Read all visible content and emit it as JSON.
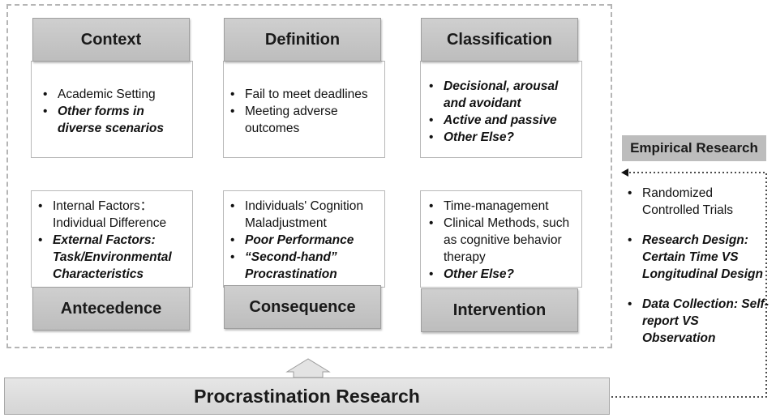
{
  "title": "Procrastination Research",
  "top_row": [
    {
      "header": "Context",
      "items": [
        {
          "text": "Academic Setting",
          "em": false
        },
        {
          "text": "Other forms in diverse scenarios",
          "em": true
        }
      ]
    },
    {
      "header": "Definition",
      "items": [
        {
          "text": "Fail to meet deadlines",
          "em": false
        },
        {
          "text": "Meeting adverse outcomes",
          "em": false
        }
      ]
    },
    {
      "header": "Classification",
      "items": [
        {
          "text": "Decisional, arousal and avoidant",
          "em": true
        },
        {
          "text": "Active and passive",
          "em": true
        },
        {
          "text": "Other Else?",
          "em": true
        }
      ]
    }
  ],
  "bottom_row": [
    {
      "header": "Antecedence",
      "items": [
        {
          "text": "Internal Factors：Individual Difference",
          "em": false
        },
        {
          "text": "External Factors: Task/Environmental Characteristics",
          "em": true
        }
      ]
    },
    {
      "header": "Consequence",
      "items": [
        {
          "text": "Individuals' Cognition Maladjustment",
          "em": false
        },
        {
          "text": "Poor Performance",
          "em": true
        },
        {
          "text": "“Second-hand” Procrastination",
          "em": true
        }
      ]
    },
    {
      "header": "Intervention",
      "items": [
        {
          "text": "Time-management",
          "em": false
        },
        {
          "text": "Clinical Methods, such as cognitive behavior therapy",
          "em": false
        },
        {
          "text": "Other Else?",
          "em": true
        }
      ]
    }
  ],
  "empirical": {
    "title": "Empirical Research",
    "items": [
      {
        "text": "Randomized Controlled Trials",
        "em": false
      },
      {
        "text": "Research Design: Certain Time VS Longitudinal Design",
        "em": true
      },
      {
        "text": "Data Collection: Self-report VS Observation",
        "em": true
      }
    ]
  },
  "colors": {
    "header_fill": "#bdbdbd",
    "border": "#b8b8b8",
    "dashed_frame": "#b5b5b5"
  }
}
